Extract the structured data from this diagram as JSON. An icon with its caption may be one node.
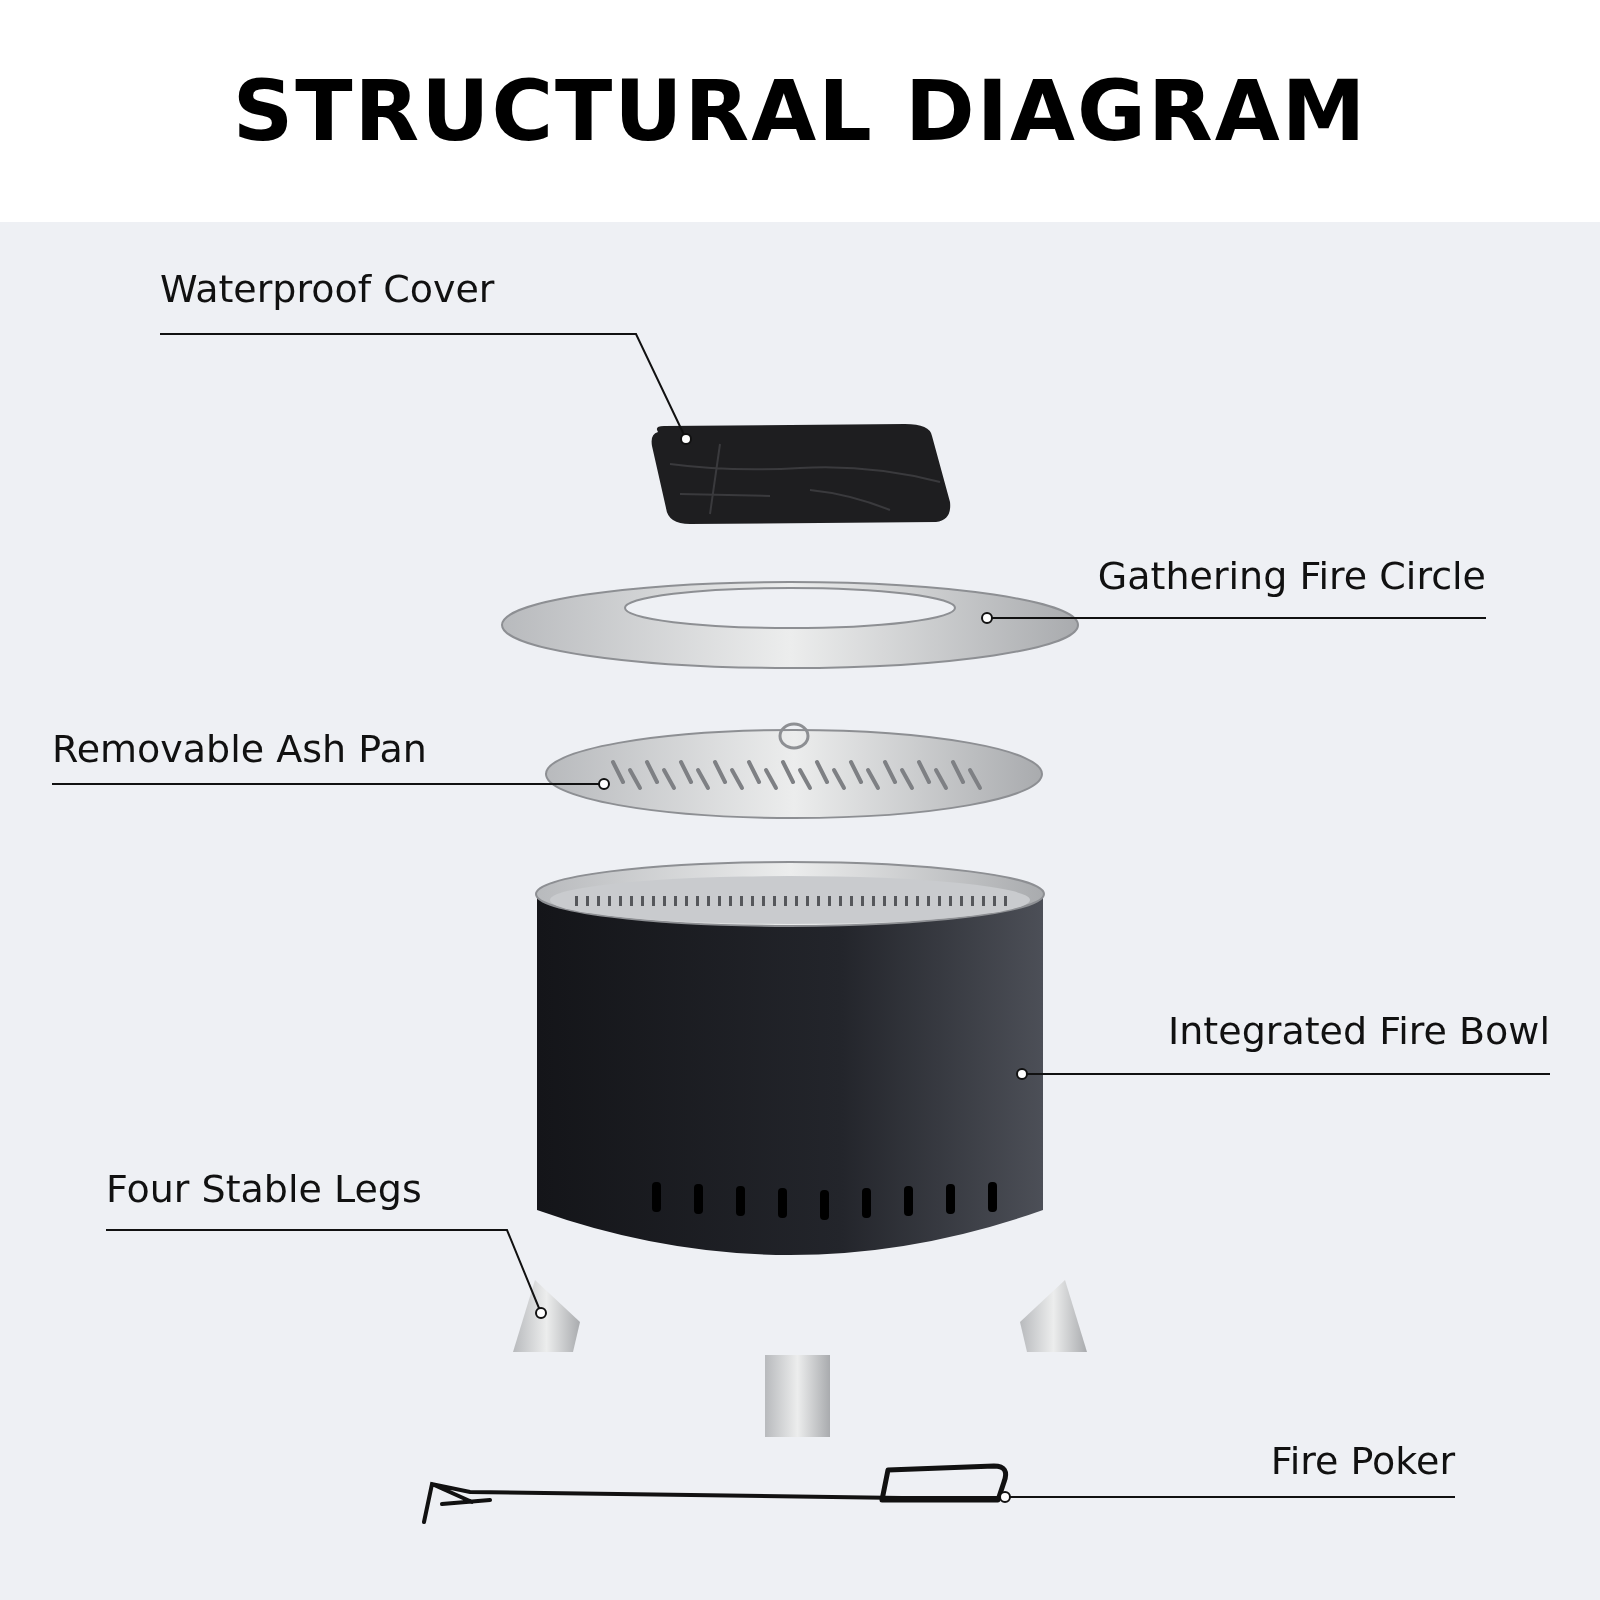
{
  "diagram": {
    "title": "STRUCTURAL DIAGRAM",
    "nodes": [
      {
        "text": [
          "Waterproof Cover"
        ]
      },
      {
        "text": [],
        "shape": "picture"
      },
      {
        "text": [
          "Gathering Fire Circle"
        ]
      },
      {
        "text": [],
        "shape": "picture"
      },
      {
        "text": [
          "Removable Ash Pan"
        ]
      },
      {
        "text": [],
        "shape": "picture"
      },
      {
        "text": [],
        "shape": "picture"
      },
      {
        "text": [
          "Integrated Fire Bowl"
        ]
      },
      {
        "text": [
          "Four Stable Legs"
        ]
      },
      {
        "text": [],
        "shape": "picture"
      },
      {
        "text": [
          "Fire Poker"
        ]
      },
      {
        "text": [],
        "shape": "picture"
      }
    ],
    "edges": [
      {
        "from": 0,
        "to": 1,
        "arrow": "other"
      },
      {
        "from": 2,
        "to": 3,
        "arrow": "other"
      },
      {
        "from": 4,
        "to": 5,
        "arrow": "other"
      },
      {
        "from": 7,
        "to": 6,
        "arrow": "other"
      },
      {
        "from": 8,
        "to": 9,
        "arrow": "other"
      },
      {
        "from": 10,
        "to": 11,
        "arrow": "other"
      }
    ]
  }
}
